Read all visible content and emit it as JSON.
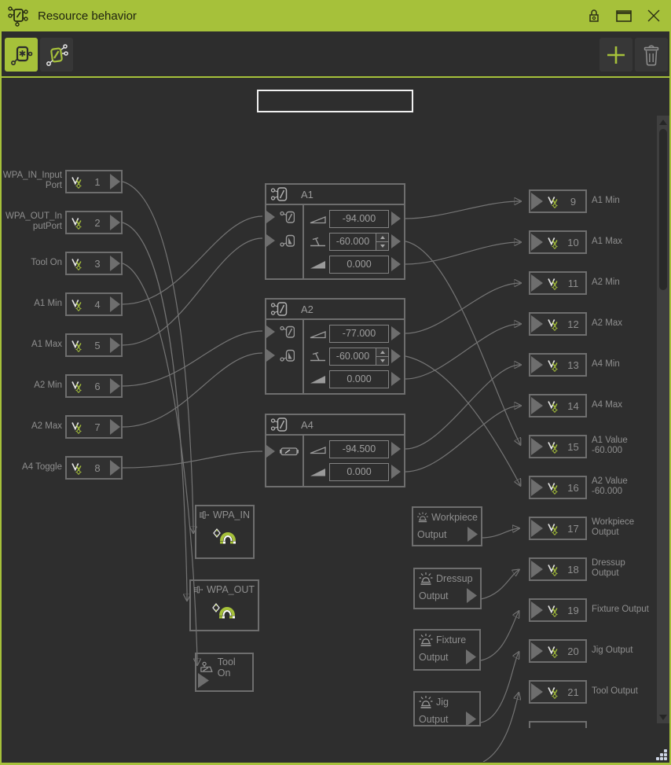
{
  "window": {
    "title": "Resource behavior"
  },
  "name_input": {
    "value": ""
  },
  "left_ports": [
    {
      "num": "1",
      "label": "WPA_IN_Input",
      "label2": "Port"
    },
    {
      "num": "2",
      "label": "WPA_OUT_In",
      "label2": "putPort"
    },
    {
      "num": "3",
      "label": "Tool On",
      "label2": ""
    },
    {
      "num": "4",
      "label": "A1 Min",
      "label2": ""
    },
    {
      "num": "5",
      "label": "A1 Max",
      "label2": ""
    },
    {
      "num": "6",
      "label": "A2 Min",
      "label2": ""
    },
    {
      "num": "7",
      "label": "A2 Max",
      "label2": ""
    },
    {
      "num": "8",
      "label": "A4 Toggle",
      "label2": ""
    }
  ],
  "joints": [
    {
      "title": "A1",
      "rows": [
        {
          "value": "-94.000"
        },
        {
          "value": "-60.000"
        },
        {
          "value": "0.000"
        }
      ]
    },
    {
      "title": "A2",
      "rows": [
        {
          "value": "-77.000"
        },
        {
          "value": "-60.000"
        },
        {
          "value": "0.000"
        }
      ]
    },
    {
      "title": "A4",
      "rows": [
        {
          "value": "-94.500"
        },
        {
          "value": "0.000"
        }
      ]
    }
  ],
  "devices": [
    {
      "title": "WPA_IN"
    },
    {
      "title": "WPA_OUT"
    },
    {
      "title": "Tool On"
    }
  ],
  "signal_nodes": [
    {
      "title": "Workpiece",
      "body": "Output"
    },
    {
      "title": "Dressup",
      "body": "Output"
    },
    {
      "title": "Fixture",
      "body": "Output"
    },
    {
      "title": "Jig",
      "body": "Output"
    }
  ],
  "right_ports": [
    {
      "num": "9",
      "label": "A1 Min",
      "label2": ""
    },
    {
      "num": "10",
      "label": "A1 Max",
      "label2": ""
    },
    {
      "num": "11",
      "label": "A2 Min",
      "label2": ""
    },
    {
      "num": "12",
      "label": "A2 Max",
      "label2": ""
    },
    {
      "num": "13",
      "label": "A4 Min",
      "label2": ""
    },
    {
      "num": "14",
      "label": "A4 Max",
      "label2": ""
    },
    {
      "num": "15",
      "label": "A1 Value",
      "label2": "-60.000"
    },
    {
      "num": "16",
      "label": "A2 Value",
      "label2": "-60.000"
    },
    {
      "num": "17",
      "label": "Workpiece",
      "label2": "Output"
    },
    {
      "num": "18",
      "label": "Dressup",
      "label2": "Output"
    },
    {
      "num": "19",
      "label": "Fixture Output",
      "label2": ""
    },
    {
      "num": "20",
      "label": "Jig Output",
      "label2": ""
    },
    {
      "num": "21",
      "label": "Tool Output",
      "label2": ""
    }
  ]
}
